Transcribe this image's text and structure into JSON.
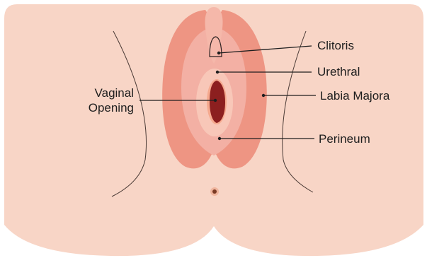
{
  "labels": {
    "clitoris": "Clitoris",
    "urethral": "Urethral",
    "labia_majora": "Labia Majora",
    "perineum": "Perineum",
    "vaginal_line1": "Vaginal",
    "vaginal_line2": "Opening"
  },
  "colors": {
    "background": "#ffffff",
    "skin": "#f8d5c6",
    "labia_majora": "#ee9583",
    "inner_pink": "#f3b0a4",
    "clitoral_hood": "#f5b8aa",
    "vestibule": "#f8c7b8",
    "opening_glow": "#f5a98e",
    "opening": "#8c1f1f",
    "leader_line": "#1e1e1e",
    "outline": "#4a3a35",
    "anus_outer": "#f0b59d",
    "anus_inner": "#7a3a24"
  },
  "icons": {
    "anus": "anus-dot-icon"
  }
}
